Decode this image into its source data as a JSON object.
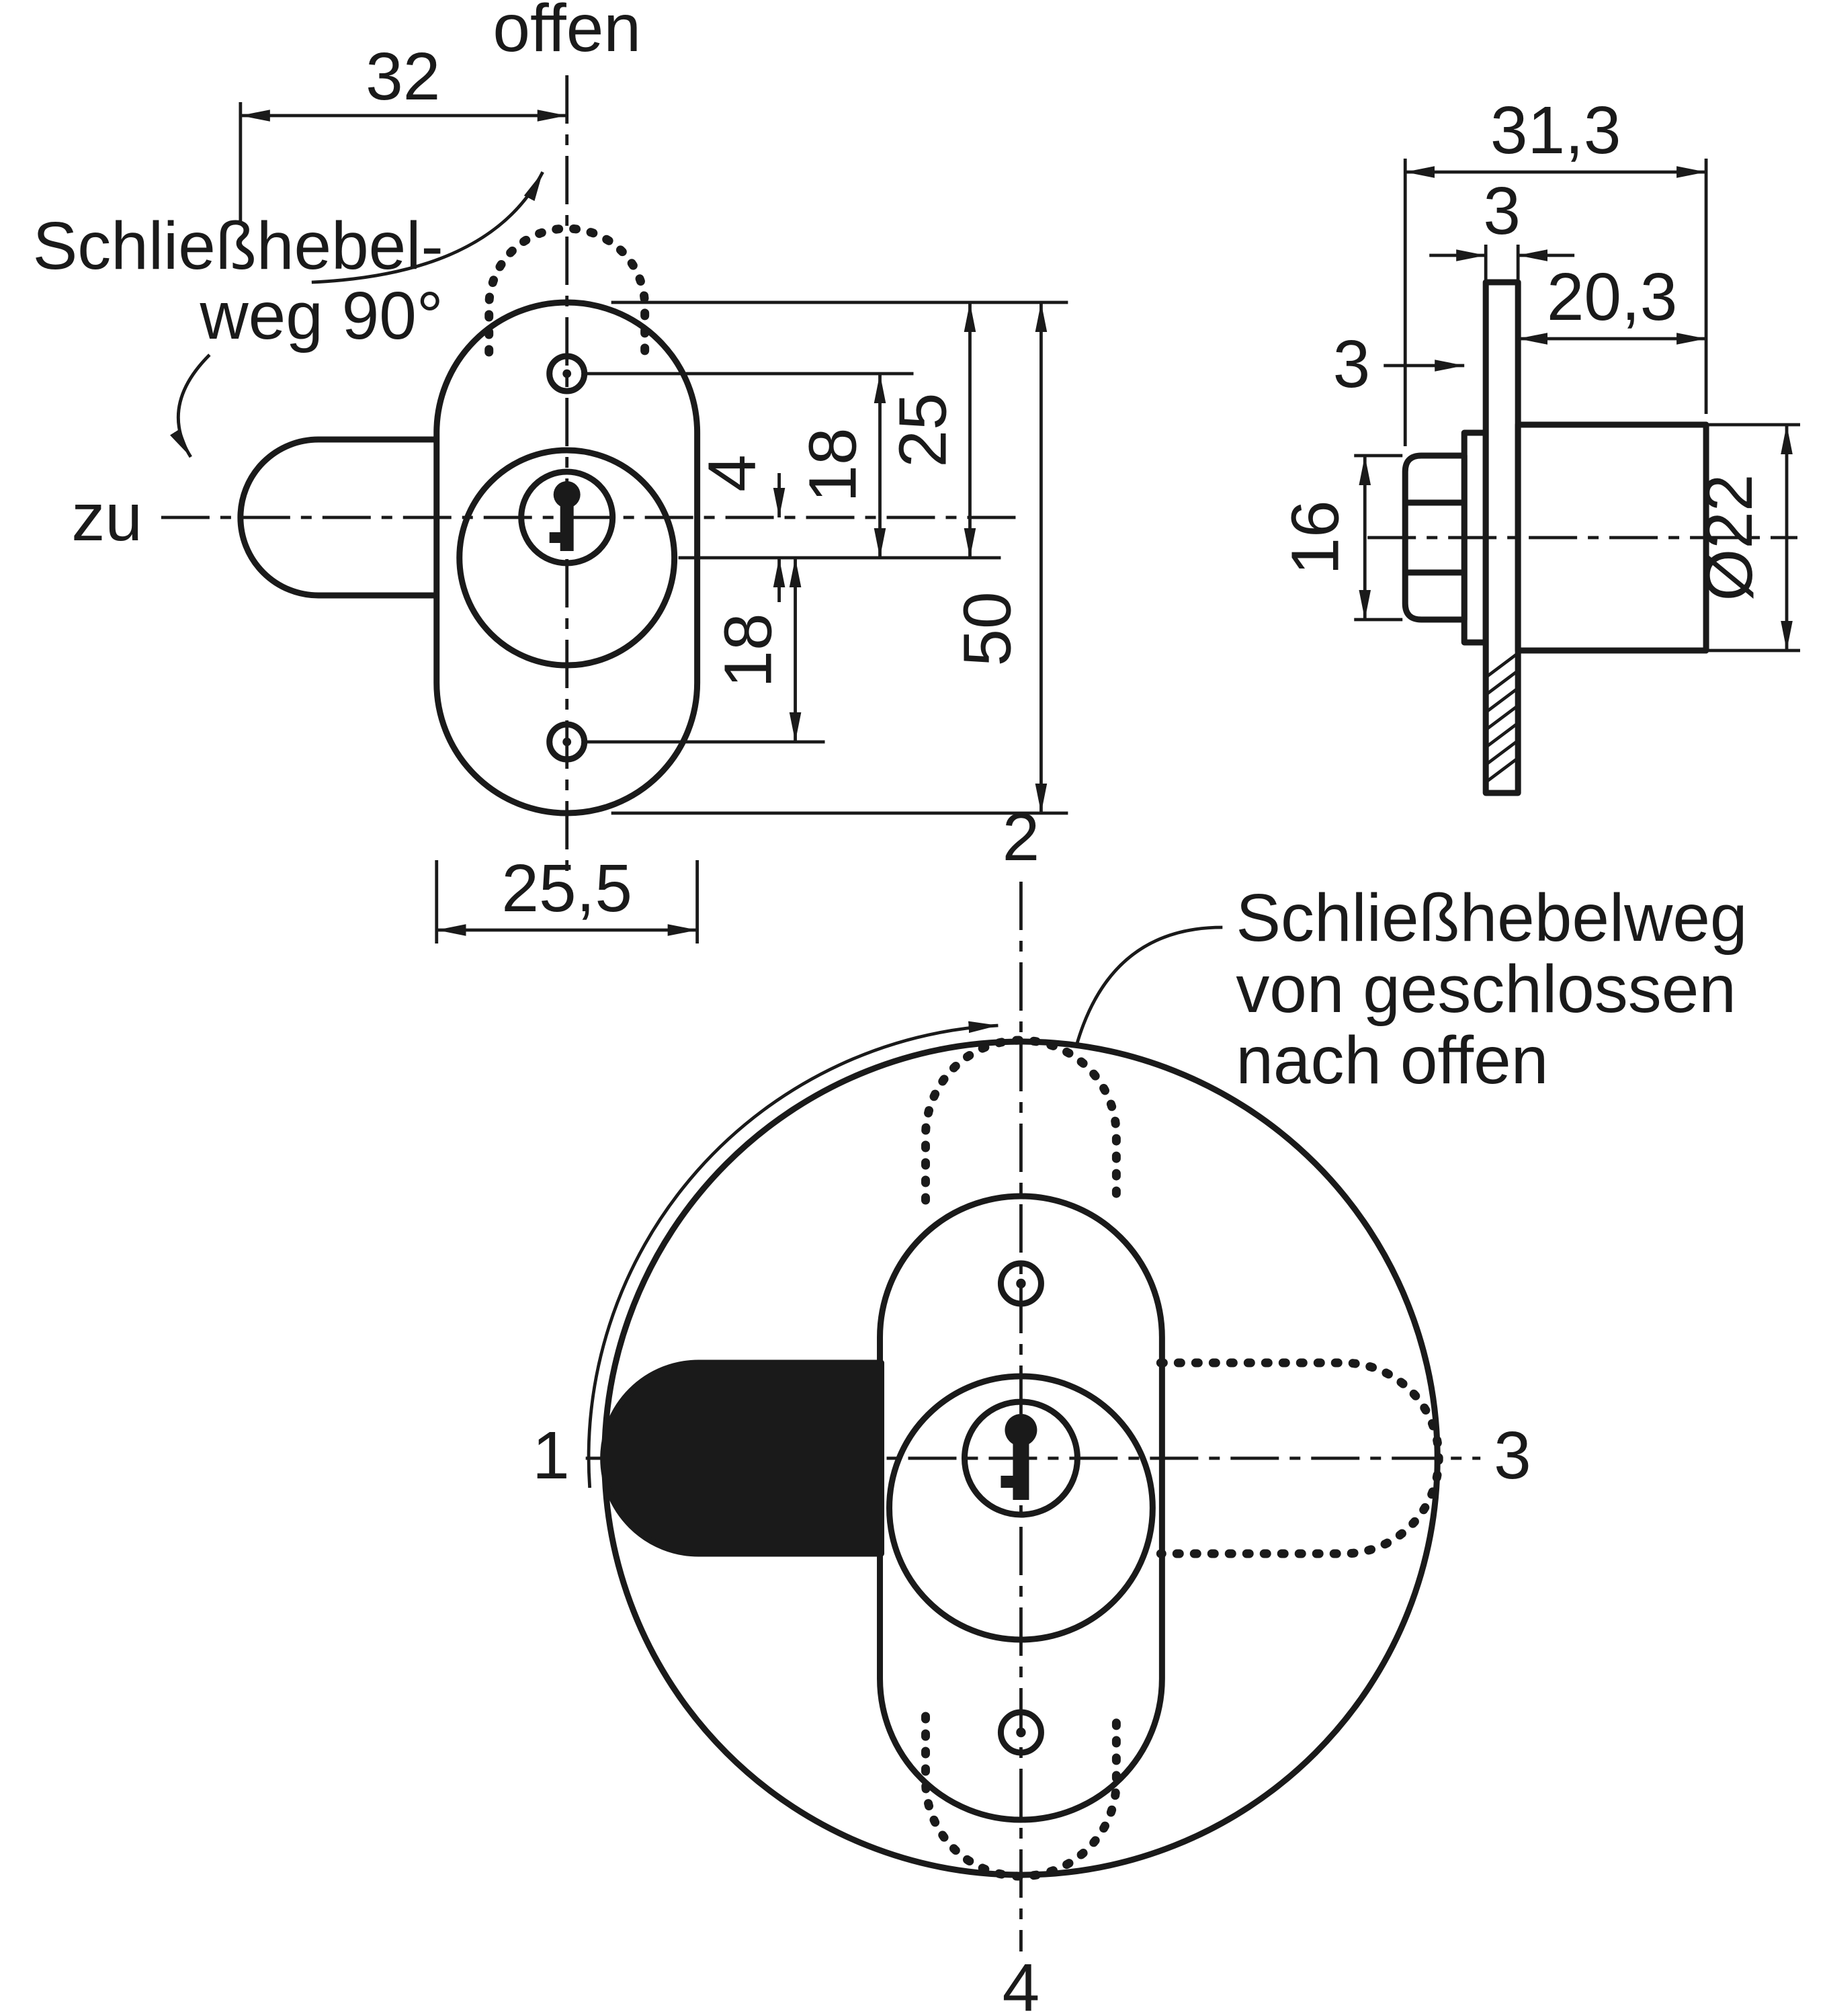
{
  "colors": {
    "ink": "#1a1a1a",
    "paper": "#ffffff"
  },
  "front_view": {
    "open_label": "offen",
    "closed_label": "zu",
    "lever_note_line1": "Schließhebel-",
    "lever_note_line2": "weg 90°",
    "dim_lever_travel": "32",
    "dim_flange_width": "25,5",
    "dim_key_offset": "4",
    "dim_top_hole_to_center": "18",
    "dim_bottom_hole_to_center": "18",
    "dim_top_edge_to_center": "25",
    "dim_flange_height": "50"
  },
  "side_view": {
    "dim_total_depth": "31,3",
    "dim_plate_thickness": "3",
    "dim_front_clearance": "3",
    "dim_body_length": "20,3",
    "dim_front_height": "16",
    "dim_body_diameter": "Ø22"
  },
  "rotation_view": {
    "position_left": "1",
    "position_top": "2",
    "position_right": "3",
    "position_bottom": "4",
    "note_line1": "Schließhebelweg",
    "note_line2": "von geschlossen",
    "note_line3": "nach offen"
  }
}
